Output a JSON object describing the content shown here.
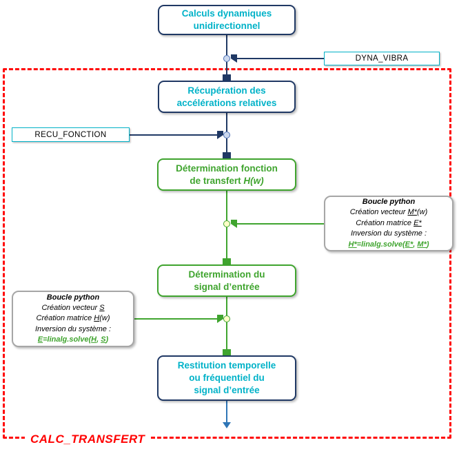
{
  "colors": {
    "cyan": "#00b2c8",
    "navy": "#1f3864",
    "green": "#3fa42e",
    "red": "#ff0000",
    "blue": "#2e75b6",
    "note_border": "#a6a6a6",
    "connector_blue_fill": "#ccd9ef",
    "connector_blue_border": "#4a6fb5",
    "connector_yellow_fill": "#ffffc8"
  },
  "nodes": {
    "calculs": {
      "line1": "Calculs dynamiques",
      "line2": "unidirectionnel"
    },
    "recuperation": {
      "line1": "Récupération des",
      "line2": "accélérations relatives"
    },
    "transfert": {
      "line1": "Détermination fonction",
      "line2": "de transfert ",
      "formula": "H(w)"
    },
    "signal": {
      "line1": "Détermination du",
      "line2": "signal d’entrée"
    },
    "restitution": {
      "line1": "Restitution temporelle",
      "line2": "ou  fréquentiel du",
      "line3": "signal d’entrée"
    }
  },
  "tags": {
    "dyna_vibra": "DYNA_VIBRA",
    "recu_fonction": "RECU_FONCTION"
  },
  "region_label": "CALC_TRANSFERT",
  "note_right": {
    "title": "Boucle python",
    "l1_pre": "Création vecteur ",
    "l1_u": "M*",
    "l1_post": "(w)",
    "l2_pre": "Création matrice ",
    "l2_u": "E*",
    "l3": "Inversion du système :",
    "f_r": "H*",
    "f_eq": "=linalg.solve(",
    "f_a": "E*",
    "f_sep": ", ",
    "f_b": "M*",
    "f_close": ")"
  },
  "note_left": {
    "title": "Boucle python",
    "l1_pre": "Création vecteur ",
    "l1_u": "S",
    "l2_pre": "Création matrice ",
    "l2_u": "H",
    "l2_post": "(w)",
    "l3": "Inversion du système :",
    "f_r": "E",
    "f_eq": "=linalg.solve(",
    "f_a": "H",
    "f_sep": ", ",
    "f_b": "S",
    "f_close": ")"
  }
}
